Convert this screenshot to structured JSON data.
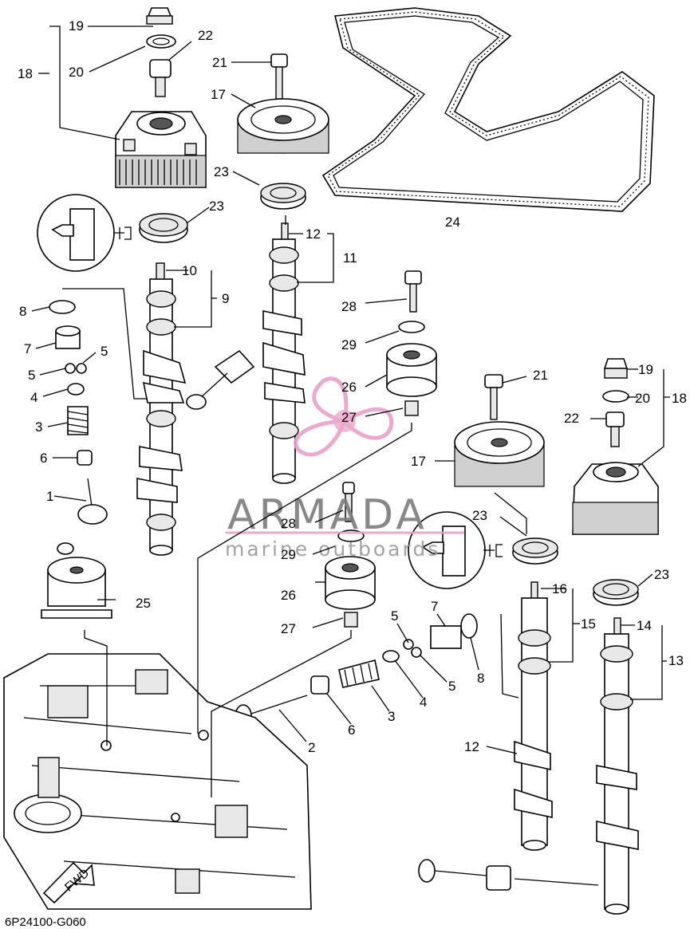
{
  "diagram": {
    "code": "6P24100-G060",
    "fwd_label": "FWD",
    "watermark": {
      "brand": "ARMADA",
      "subtitle": "marine outboards",
      "accent_color": "#e8a0c8"
    },
    "labels": {
      "l1": "1",
      "l2": "2",
      "l3a": "3",
      "l3b": "3",
      "l4a": "4",
      "l4b": "4",
      "l5a": "5",
      "l5b": "5",
      "l5c": "5",
      "l5d": "5",
      "l6a": "6",
      "l6b": "6",
      "l7a": "7",
      "l7b": "7",
      "l8a": "8",
      "l8b": "8",
      "l9": "9",
      "l10": "10",
      "l11": "11",
      "l12a": "12",
      "l12b": "12",
      "l13": "13",
      "l14": "14",
      "l15": "15",
      "l16": "16",
      "l17a": "17",
      "l17b": "17",
      "l18a": "18",
      "l18b": "18",
      "l19a": "19",
      "l19b": "19",
      "l20a": "20",
      "l20b": "20",
      "l21a": "21",
      "l21b": "21",
      "l22a": "22",
      "l22b": "22",
      "l23a": "23",
      "l23b": "23",
      "l23c": "23",
      "l23d": "23",
      "l24": "24",
      "l25": "25",
      "l26a": "26",
      "l26b": "26",
      "l27a": "27",
      "l27b": "27",
      "l28a": "28",
      "l28b": "28",
      "l29a": "29",
      "l29b": "29"
    }
  }
}
